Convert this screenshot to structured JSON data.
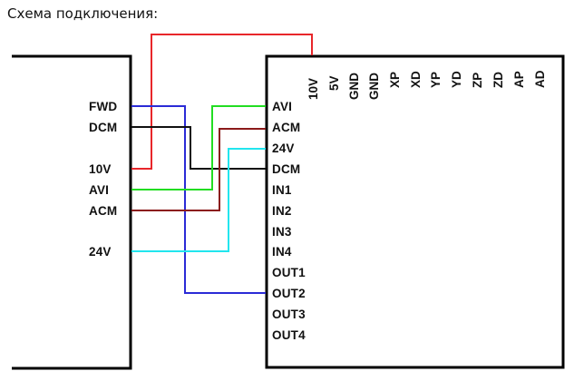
{
  "title": "Схема подключения:",
  "left_device": {
    "terminals": [
      "FWD",
      "DCM",
      "10V",
      "AVI",
      "ACM",
      "24V"
    ]
  },
  "right_device": {
    "top_terminals": [
      "10V",
      "5V",
      "GND",
      "GND",
      "XP",
      "XD",
      "YP",
      "YD",
      "ZP",
      "ZD",
      "AP",
      "AD"
    ],
    "side_terminals": [
      "AVI",
      "ACM",
      "24V",
      "DCM",
      "IN1",
      "IN2",
      "IN3",
      "IN4",
      "OUT1",
      "OUT2",
      "OUT3",
      "OUT4"
    ]
  },
  "connections": [
    {
      "from": "FWD",
      "to": "OUT2",
      "color": "#2b2bd6"
    },
    {
      "from": "DCM",
      "to": "DCM",
      "color": "#111111"
    },
    {
      "from": "10V",
      "to": "10V (top)",
      "color": "#e8262a"
    },
    {
      "from": "AVI",
      "to": "AVI",
      "color": "#22dd22"
    },
    {
      "from": "ACM",
      "to": "ACM",
      "color": "#8b1a1a"
    },
    {
      "from": "24V",
      "to": "24V",
      "color": "#22e5ee"
    }
  ]
}
